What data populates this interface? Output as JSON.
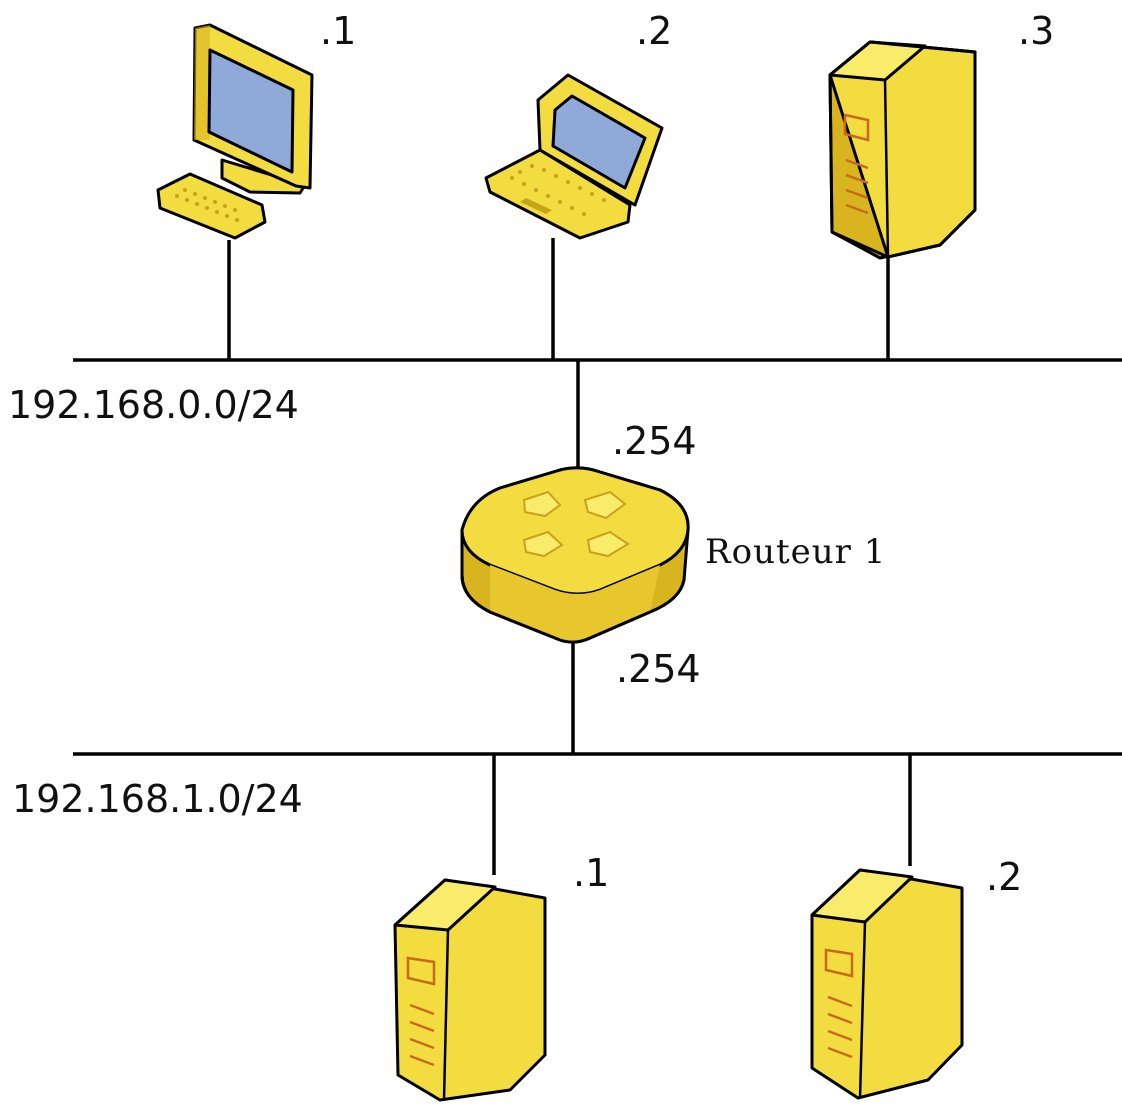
{
  "colors": {
    "device_fill": "#f3dc3f",
    "device_light": "#f9ec6a",
    "device_shade": "#d8b41f",
    "screen": "#8fa9d8",
    "detail": "#c8691c",
    "line": "#000000"
  },
  "networks": [
    {
      "label": "192.168.0.0/24"
    },
    {
      "label": "192.168.1.0/24"
    }
  ],
  "devices": {
    "desktop": {
      "icon": "desktop-computer-icon",
      "host": ".1"
    },
    "laptop": {
      "icon": "laptop-icon",
      "host": ".2"
    },
    "server_top": {
      "icon": "server-tower-icon",
      "host": ".3"
    },
    "router": {
      "icon": "router-icon",
      "name": "Routeur 1",
      "if_top": ".254",
      "if_bottom": ".254"
    },
    "server_bottom_1": {
      "icon": "server-tower-icon",
      "host": ".1"
    },
    "server_bottom_2": {
      "icon": "server-tower-icon",
      "host": ".2"
    }
  }
}
